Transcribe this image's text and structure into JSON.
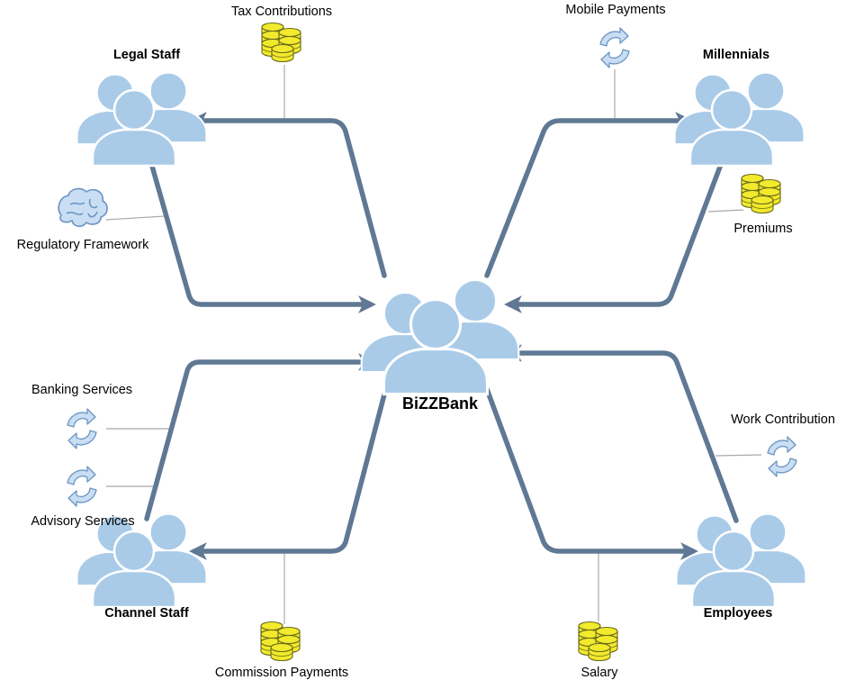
{
  "colors": {
    "flow": "#5f7893",
    "connector": "#a9a9a9",
    "person_fill": "#a9cbe8",
    "person_stroke": "#ffffff",
    "coin_fill": "#f2ea2c",
    "coin_stroke": "#6a6a1c",
    "cycle_fill": "#c9def2",
    "cycle_stroke": "#6c95c4"
  },
  "center": {
    "name": "BiZZBank",
    "icon": "people-group-icon"
  },
  "actors": {
    "legal": {
      "name": "Legal Staff",
      "icon": "people-group-icon"
    },
    "millennials": {
      "name": "Millennials",
      "icon": "people-group-icon"
    },
    "channel": {
      "name": "Channel Staff",
      "icon": "people-group-icon"
    },
    "employees": {
      "name": "Employees",
      "icon": "people-group-icon"
    }
  },
  "flows": {
    "tax": {
      "label": "Tax Contributions",
      "icon": "coins-icon"
    },
    "regulatory": {
      "label": "Regulatory Framework",
      "icon": "brain-icon"
    },
    "mobile": {
      "label": "Mobile Payments",
      "icon": "cycle-arrows-icon"
    },
    "premiums": {
      "label": "Premiums",
      "icon": "coins-icon"
    },
    "banking": {
      "label": "Banking Services",
      "icon": "cycle-arrows-icon"
    },
    "advisory": {
      "label": "Advisory Services",
      "icon": "cycle-arrows-icon"
    },
    "commission": {
      "label": "Commission Payments",
      "icon": "coins-icon"
    },
    "work": {
      "label": "Work Contribution",
      "icon": "cycle-arrows-icon"
    },
    "salary": {
      "label": "Salary",
      "icon": "coins-icon"
    }
  }
}
